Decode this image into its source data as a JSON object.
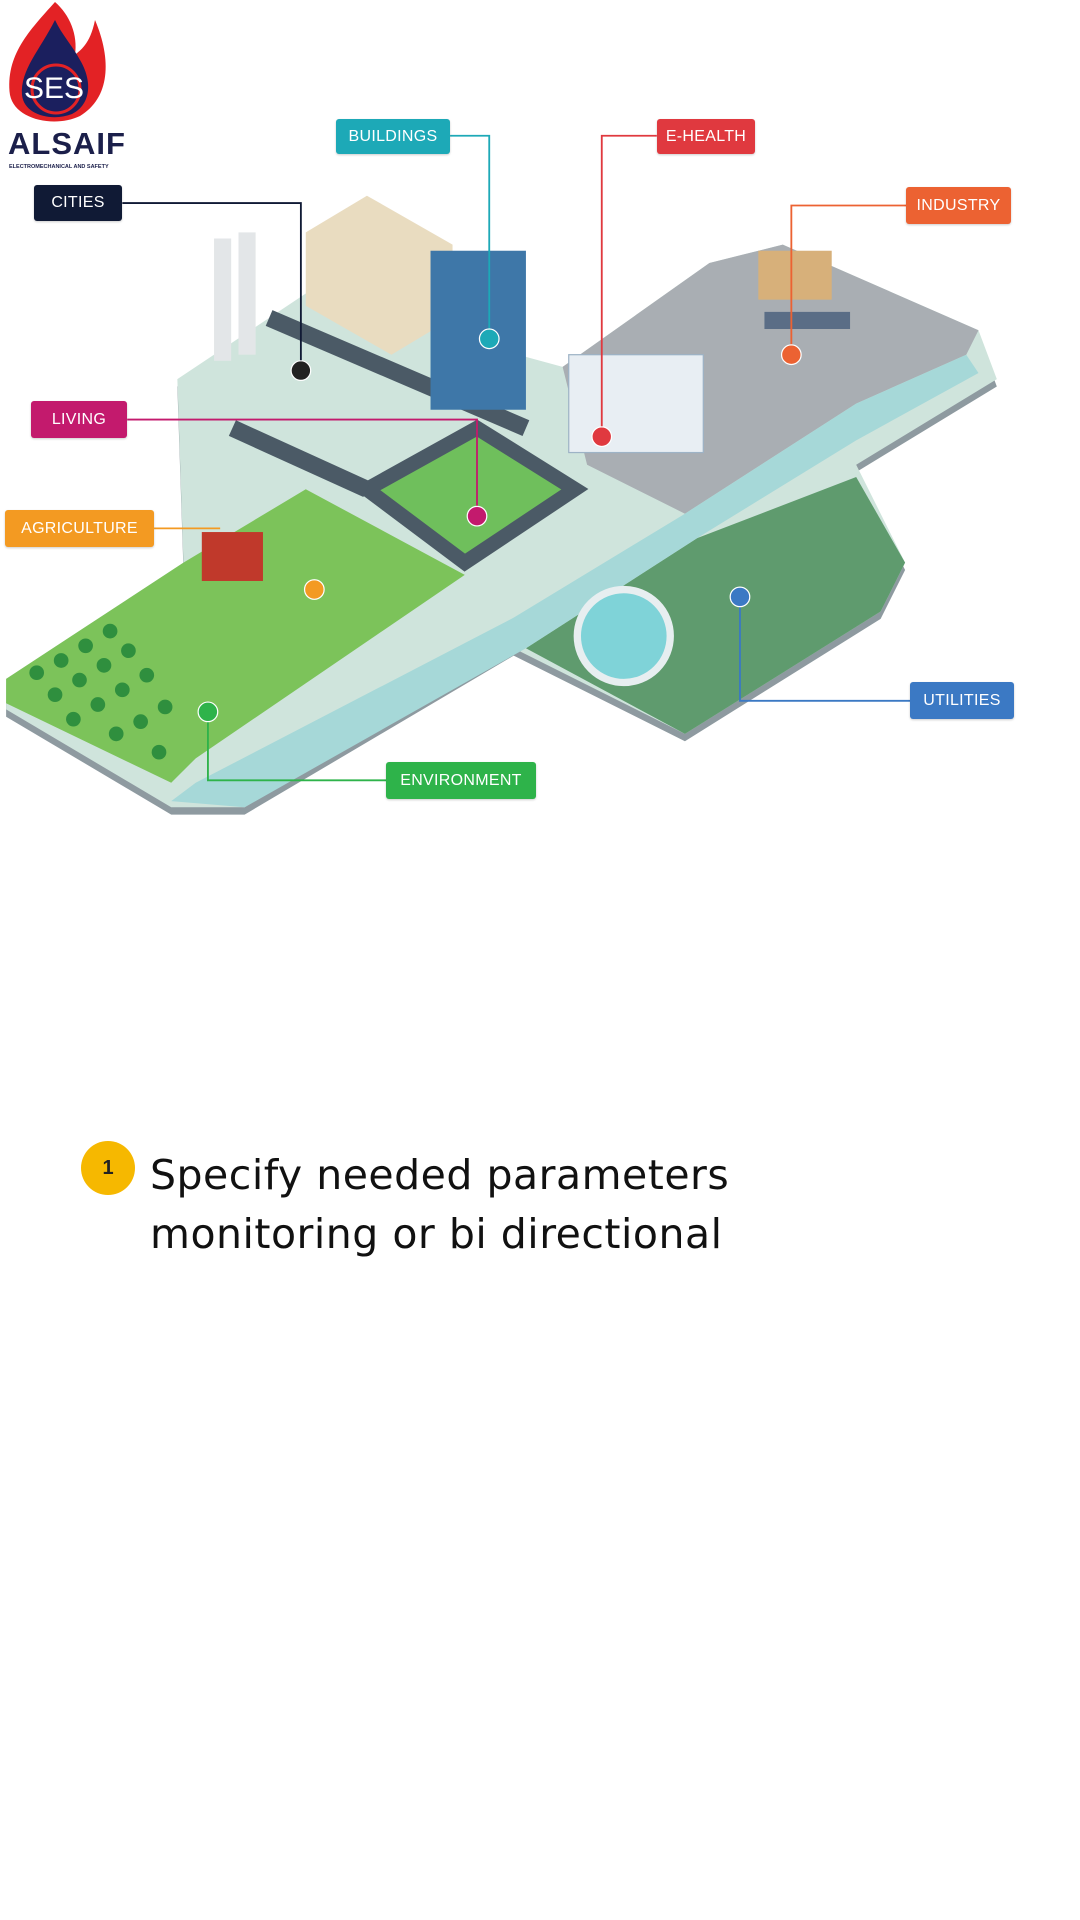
{
  "logo": {
    "badge": "SES",
    "name": "ALSAIF",
    "tagline": "ELECTROMECHANICAL AND SAFETY"
  },
  "diagram": {
    "labels": [
      {
        "id": "cities",
        "text": "CITIES",
        "color": "#101a35"
      },
      {
        "id": "buildings",
        "text": "BUILDINGS",
        "color": "#1da9b7"
      },
      {
        "id": "e-health",
        "text": "E-HEALTH",
        "color": "#e0393f"
      },
      {
        "id": "industry",
        "text": "INDUSTRY",
        "color": "#ec6232"
      },
      {
        "id": "living",
        "text": "LIVING",
        "color": "#c31a6d"
      },
      {
        "id": "agriculture",
        "text": "AGRICULTURE",
        "color": "#f39a22"
      },
      {
        "id": "utilities",
        "text": "UTILITIES",
        "color": "#3b79c4"
      },
      {
        "id": "environment",
        "text": "ENVIRONMENT",
        "color": "#2eb34a"
      }
    ]
  },
  "step": {
    "number": "1",
    "color": "#f6b800",
    "line1": "Specify needed parameters",
    "line2": "monitoring or bi directional"
  }
}
